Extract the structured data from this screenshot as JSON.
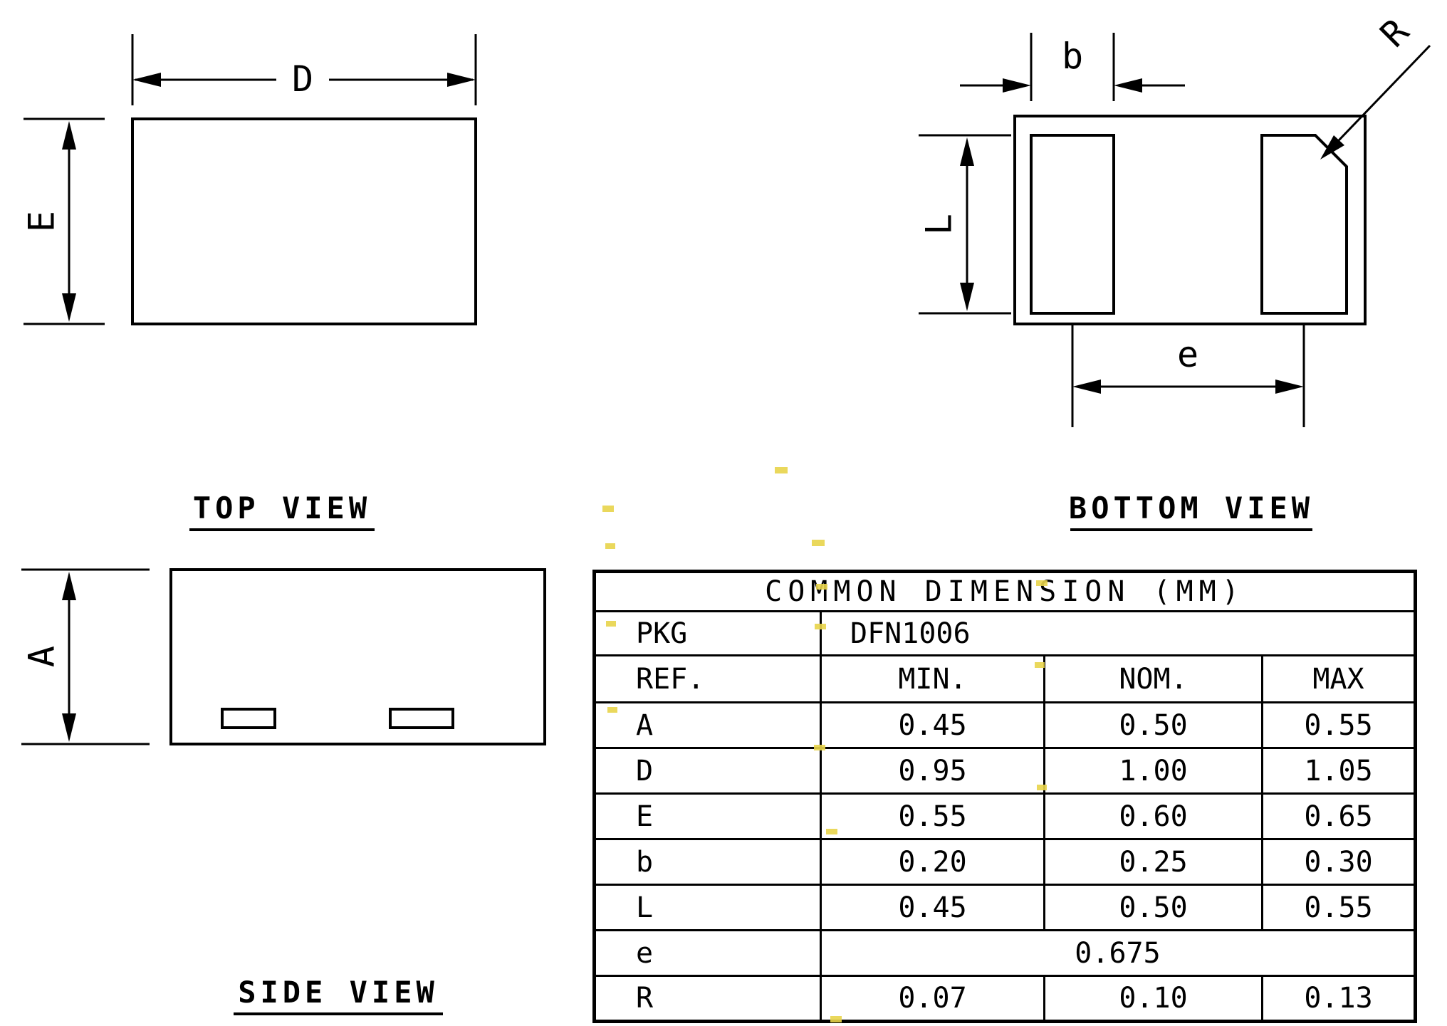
{
  "page": {
    "background": "#ffffff",
    "line_color": "#000000",
    "artifact_color": "#e8d44a"
  },
  "views": {
    "top": {
      "title": "TOP VIEW",
      "dims": {
        "width": "D",
        "height": "E"
      }
    },
    "bottom": {
      "title": "BOTTOM VIEW",
      "dims": {
        "pad_width": "b",
        "pad_length": "L",
        "pitch": "e",
        "corner": "R"
      }
    },
    "side": {
      "title": "SIDE VIEW",
      "dims": {
        "thickness": "A"
      }
    }
  },
  "table": {
    "title": "COMMON DIMENSION (MM)",
    "pkg_label": "PKG",
    "pkg_value": "DFN1006",
    "columns": [
      "REF.",
      "MIN.",
      "NOM.",
      "MAX"
    ],
    "rows": [
      {
        "ref": "A",
        "min": "0.45",
        "nom": "0.50",
        "max": "0.55"
      },
      {
        "ref": "D",
        "min": "0.95",
        "nom": "1.00",
        "max": "1.05"
      },
      {
        "ref": "E",
        "min": "0.55",
        "nom": "0.60",
        "max": "0.65"
      },
      {
        "ref": "b",
        "min": "0.20",
        "nom": "0.25",
        "max": "0.30"
      },
      {
        "ref": "L",
        "min": "0.45",
        "nom": "0.50",
        "max": "0.55"
      },
      {
        "ref": "e",
        "value": "0.675"
      },
      {
        "ref": "R",
        "min": "0.07",
        "nom": "0.10",
        "max": "0.13"
      }
    ]
  }
}
